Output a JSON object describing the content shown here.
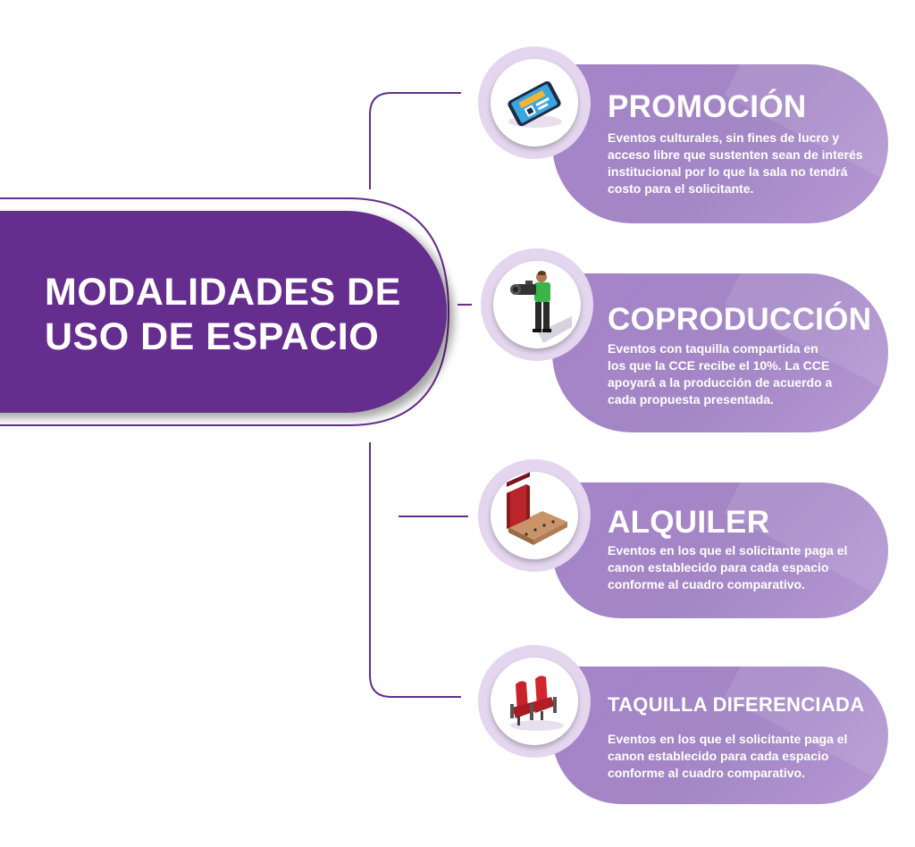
{
  "main": {
    "title_line1": "MODALIDADES DE",
    "title_line2": "USO DE ESPACIO"
  },
  "cards": [
    {
      "title": "PROMOCIÓN",
      "icon": "tablet-ticket-icon",
      "lines": [
        "Eventos culturales, sin fines de lucro y",
        "acceso libre que sustenten sean de interés",
        "institucional por lo que la sala no tendrá",
        "costo para el solicitante."
      ]
    },
    {
      "title": "COPRODUCCIÓN",
      "icon": "cameraman-icon",
      "lines": [
        "Eventos con taquilla compartida en",
        "los que la CCE recibe el 10%. La CCE",
        "apoyará a la producción de acuerdo a",
        "cada propuesta presentada."
      ]
    },
    {
      "title": "ALQUILER",
      "icon": "theater-stage-icon",
      "lines": [
        "Eventos en los que el solicitante paga el",
        "canon establecido para cada espacio",
        "conforme al cuadro comparativo."
      ]
    },
    {
      "title": "TAQUILLA DIFERENCIADA",
      "icon": "theater-seats-icon",
      "lines": [
        "Eventos en los que el solicitante paga el",
        "canon establecido para cada espacio",
        "conforme al cuadro comparativo."
      ]
    }
  ],
  "colors": {
    "main_box": "#652d8e",
    "card": "#a487c6",
    "connector": "#652d8e",
    "halo": "#e4d6ee"
  }
}
